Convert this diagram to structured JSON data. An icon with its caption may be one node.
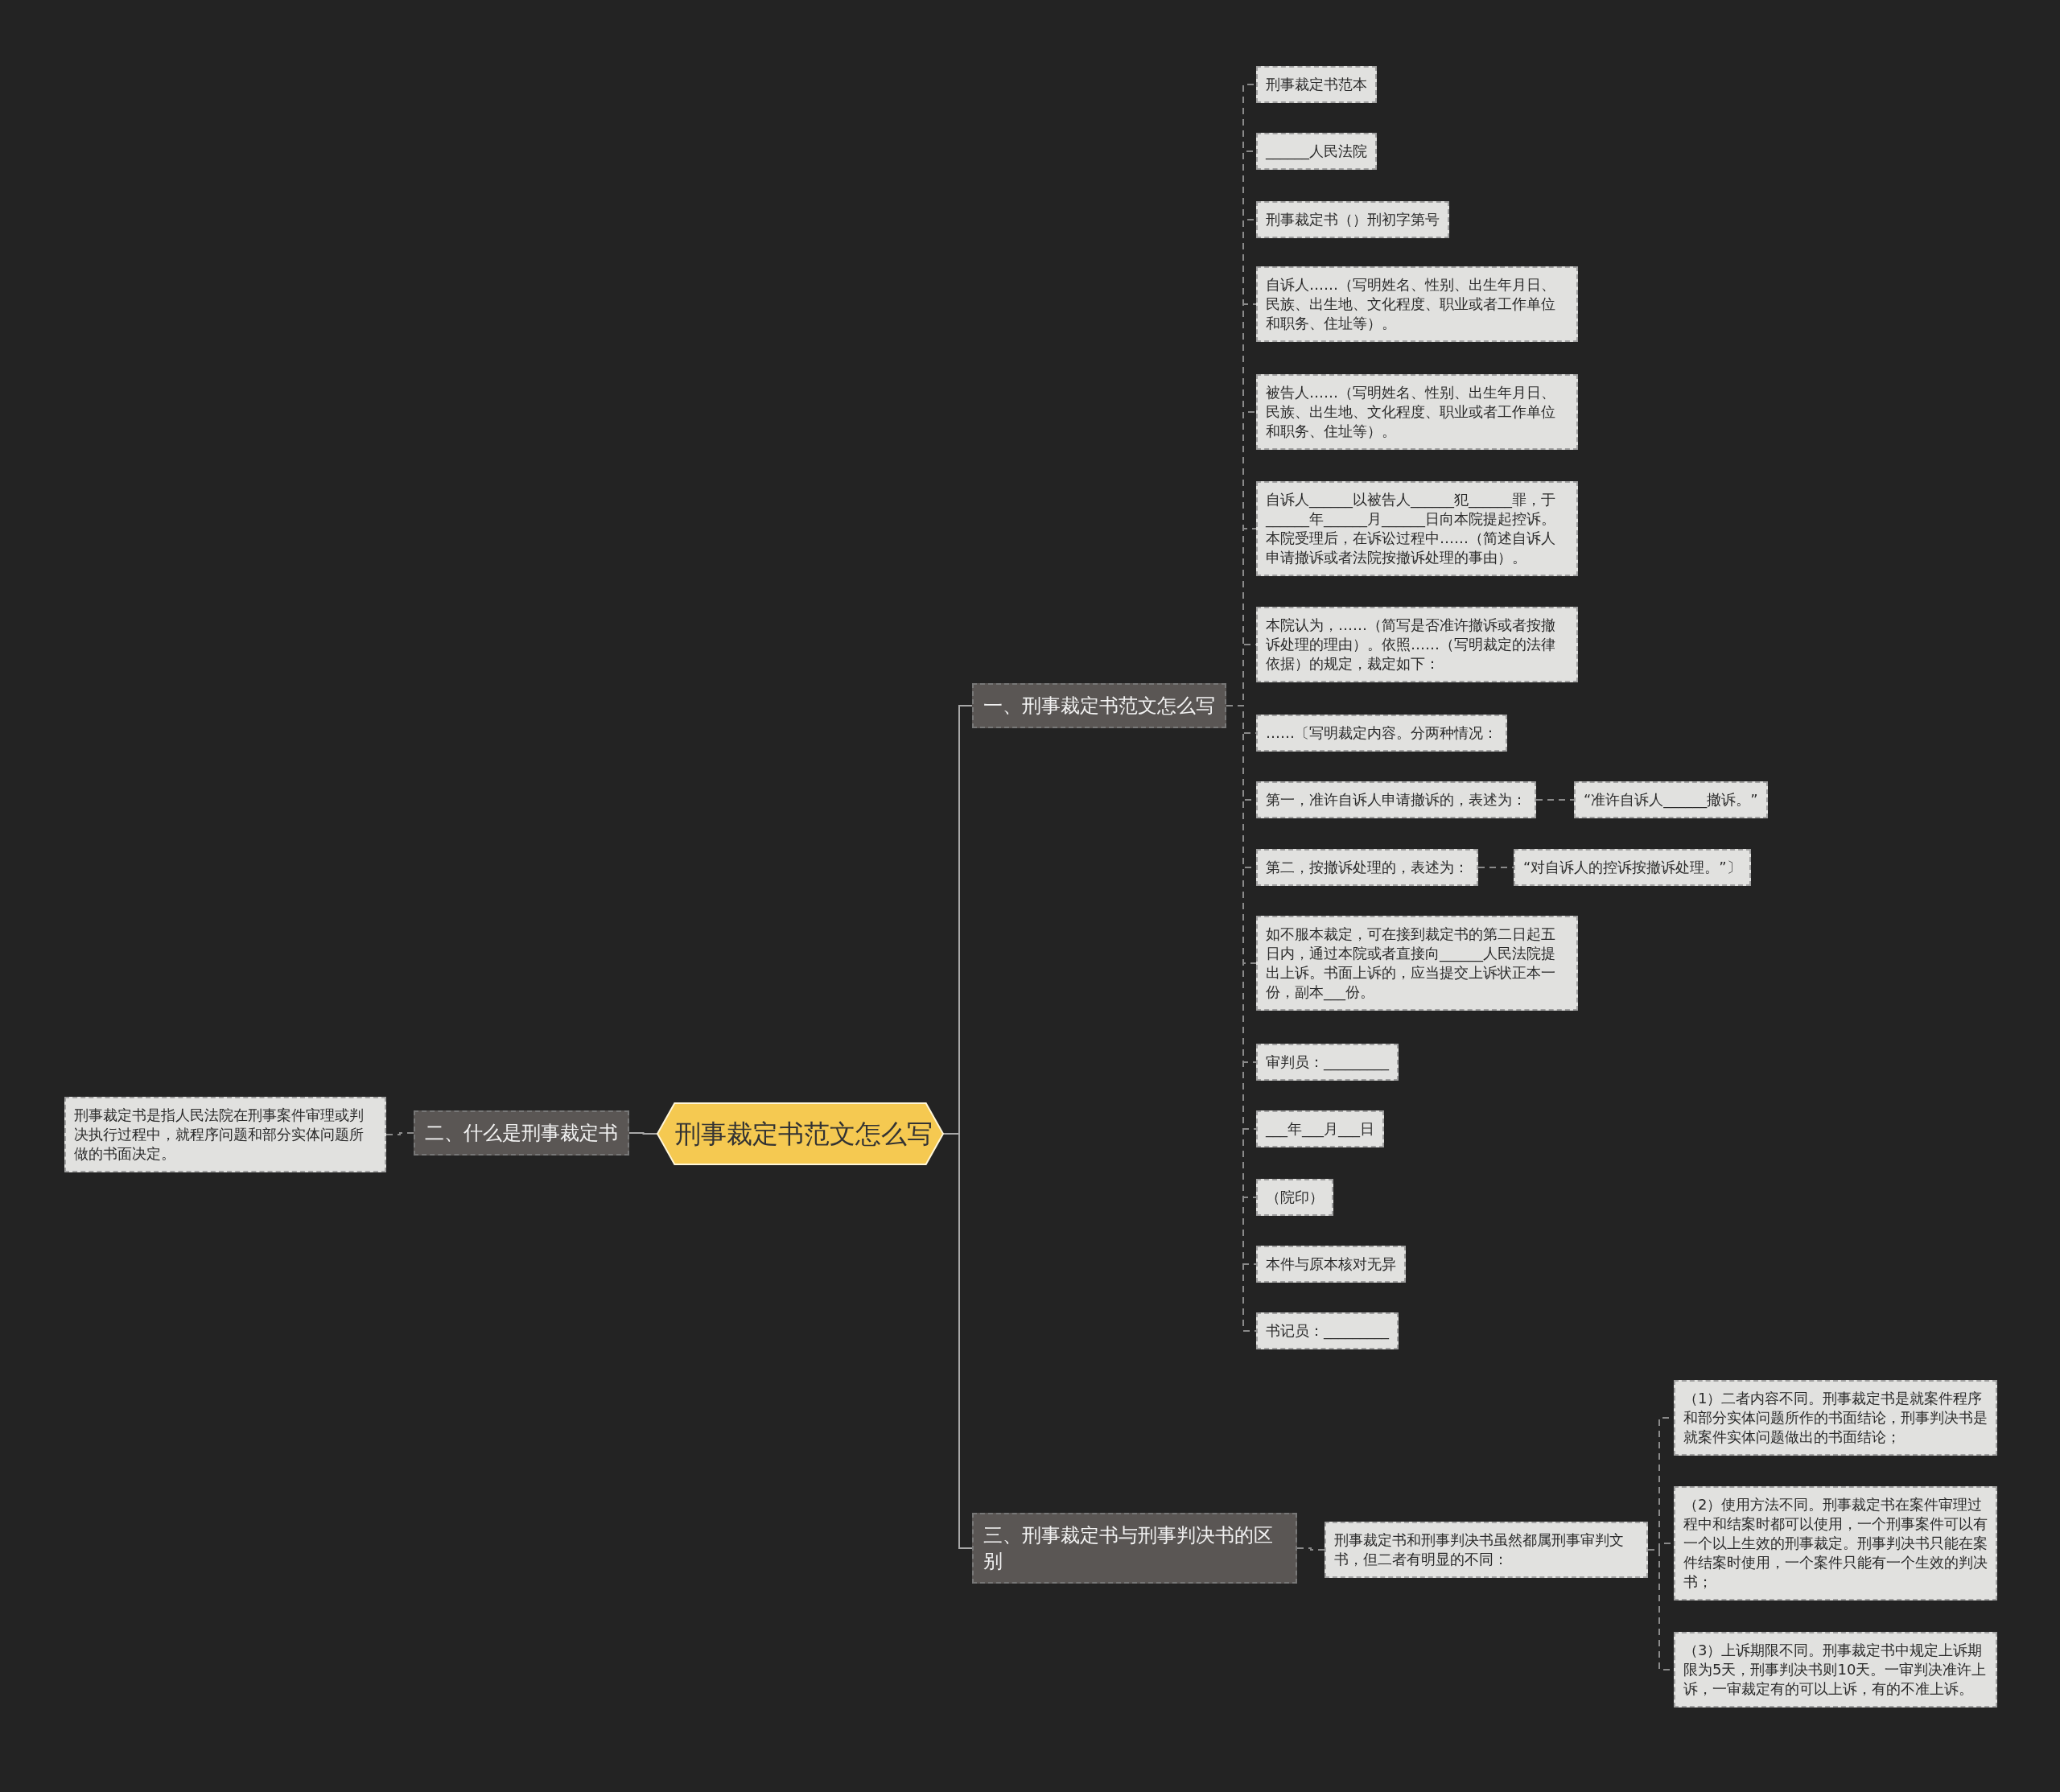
{
  "diagram": {
    "nodes": [
      {
        "text": [
          "刑事裁定书范文怎么写"
        ]
      },
      {
        "text": [
          "一、刑事裁定书范文怎么写"
        ]
      },
      {
        "text": [
          "刑事裁定书范本"
        ]
      },
      {
        "text": [
          "______人民法院"
        ]
      },
      {
        "text": [
          "刑事裁定书（）刑初字第号"
        ]
      },
      {
        "text": [
          "自诉人……（写明姓名、性别、出生年月日、民族、出生地、文化程度、职业或者工作单位和职务、住址等）。"
        ]
      },
      {
        "text": [
          "被告人……（写明姓名、性别、出生年月日、民族、出生地、文化程度、职业或者工作单位和职务、住址等）。"
        ]
      },
      {
        "text": [
          "自诉人______以被告人______犯______罪，于______年______月______日向本院提起控诉。本院受理后，在诉讼过程中……（简述自诉人申请撤诉或者法院按撤诉处理的事由）。"
        ]
      },
      {
        "text": [
          "本院认为，……（简写是否准许撤诉或者按撤诉处理的理由）。依照……（写明裁定的法律依据）的规定，裁定如下："
        ]
      },
      {
        "text": [
          "……〔写明裁定内容。分两种情况："
        ]
      },
      {
        "text": [
          "第一，准许自诉人申请撤诉的，表述为："
        ]
      },
      {
        "text": [
          "“准许自诉人______撤诉。”"
        ]
      },
      {
        "text": [
          "第二，按撤诉处理的，表述为："
        ]
      },
      {
        "text": [
          "“对自诉人的控诉按撤诉处理。”〕"
        ]
      },
      {
        "text": [
          "如不服本裁定，可在接到裁定书的第二日起五日内，通过本院或者直接向______人民法院提出上诉。书面上诉的，应当提交上诉状正本一份，副本___份。"
        ]
      },
      {
        "text": [
          "审判员：_________"
        ]
      },
      {
        "text": [
          "___年___月___日"
        ]
      },
      {
        "text": [
          "（院印）"
        ]
      },
      {
        "text": [
          "本件与原本核对无异"
        ]
      },
      {
        "text": [
          "书记员：_________"
        ]
      },
      {
        "text": [
          "二、什么是刑事裁定书"
        ]
      },
      {
        "text": [
          "刑事裁定书是指人民法院在刑事案件审理或判决执行过程中，就程序问题和部分实体问题所做的书面决定。"
        ]
      },
      {
        "text": [
          "三、刑事裁定书与刑事判决书的区别"
        ]
      },
      {
        "text": [
          "刑事裁定书和刑事判决书虽然都属刑事审判文书，但二者有明显的不同："
        ]
      },
      {
        "text": [
          "（1）二者内容不同。刑事裁定书是就案件程序和部分实体问题所作的书面结论，刑事判决书是就案件实体问题做出的书面结论；"
        ]
      },
      {
        "text": [
          "（2）使用方法不同。刑事裁定书在案件审理过程中和结案时都可以使用，一个刑事案件可以有一个以上生效的刑事裁定。刑事判决书只能在案件结案时使用，一个案件只能有一个生效的判决书；"
        ]
      },
      {
        "text": [
          "（3）上诉期限不同。刑事裁定书中规定上诉期限为5天，刑事判决书则10天。一审判决准许上诉，一审裁定有的可以上诉，有的不准上诉。"
        ]
      }
    ],
    "edges": [
      {
        "from": 0,
        "to": 1,
        "arrow": "none"
      },
      {
        "from": 1,
        "to": 2,
        "arrow": "none",
        "style": "dashed"
      },
      {
        "from": 1,
        "to": 3,
        "arrow": "none",
        "style": "dashed"
      },
      {
        "from": 1,
        "to": 4,
        "arrow": "none",
        "style": "dashed"
      },
      {
        "from": 1,
        "to": 5,
        "arrow": "none",
        "style": "dashed"
      },
      {
        "from": 1,
        "to": 6,
        "arrow": "none",
        "style": "dashed"
      },
      {
        "from": 1,
        "to": 7,
        "arrow": "none",
        "style": "dashed"
      },
      {
        "from": 1,
        "to": 8,
        "arrow": "none",
        "style": "dashed"
      },
      {
        "from": 1,
        "to": 9,
        "arrow": "none",
        "style": "dashed"
      },
      {
        "from": 1,
        "to": 10,
        "arrow": "none",
        "style": "dashed"
      },
      {
        "from": 10,
        "to": 11,
        "arrow": "none",
        "style": "dashed"
      },
      {
        "from": 1,
        "to": 12,
        "arrow": "none",
        "style": "dashed"
      },
      {
        "from": 12,
        "to": 13,
        "arrow": "none",
        "style": "dashed"
      },
      {
        "from": 1,
        "to": 14,
        "arrow": "none",
        "style": "dashed"
      },
      {
        "from": 1,
        "to": 15,
        "arrow": "none",
        "style": "dashed"
      },
      {
        "from": 1,
        "to": 16,
        "arrow": "none",
        "style": "dashed"
      },
      {
        "from": 1,
        "to": 17,
        "arrow": "none",
        "style": "dashed"
      },
      {
        "from": 1,
        "to": 18,
        "arrow": "none",
        "style": "dashed"
      },
      {
        "from": 1,
        "to": 19,
        "arrow": "none",
        "style": "dashed"
      },
      {
        "from": 0,
        "to": 20,
        "arrow": "none"
      },
      {
        "from": 20,
        "to": 21,
        "arrow": "none",
        "style": "dashed"
      },
      {
        "from": 0,
        "to": 22,
        "arrow": "none"
      },
      {
        "from": 22,
        "to": 23,
        "arrow": "none",
        "style": "dashed"
      },
      {
        "from": 23,
        "to": 24,
        "arrow": "none",
        "style": "dashed"
      },
      {
        "from": 23,
        "to": 25,
        "arrow": "none",
        "style": "dashed"
      },
      {
        "from": 23,
        "to": 26,
        "arrow": "none",
        "style": "dashed"
      }
    ]
  }
}
